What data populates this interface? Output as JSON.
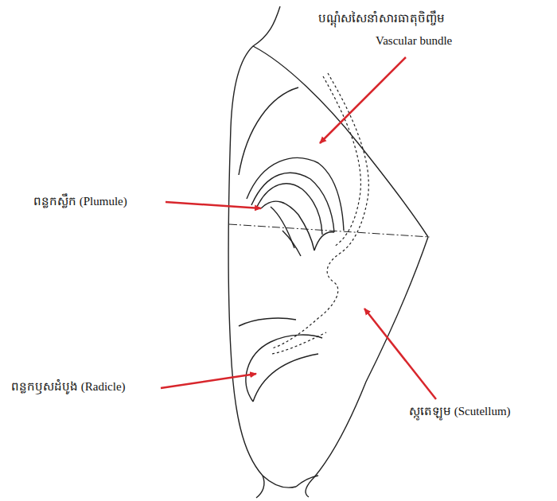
{
  "diagram": {
    "labels": [
      "បណ្តុំសសៃនាំសារធាតុចិញ្ចឹម",
      "Vascular bundle",
      "ពន្លកស្លឹក (Plumule)",
      "ពន្លកឫសដំបូង (Radicle)",
      "ស្កូតេឡូម (Scutellum)"
    ]
  }
}
